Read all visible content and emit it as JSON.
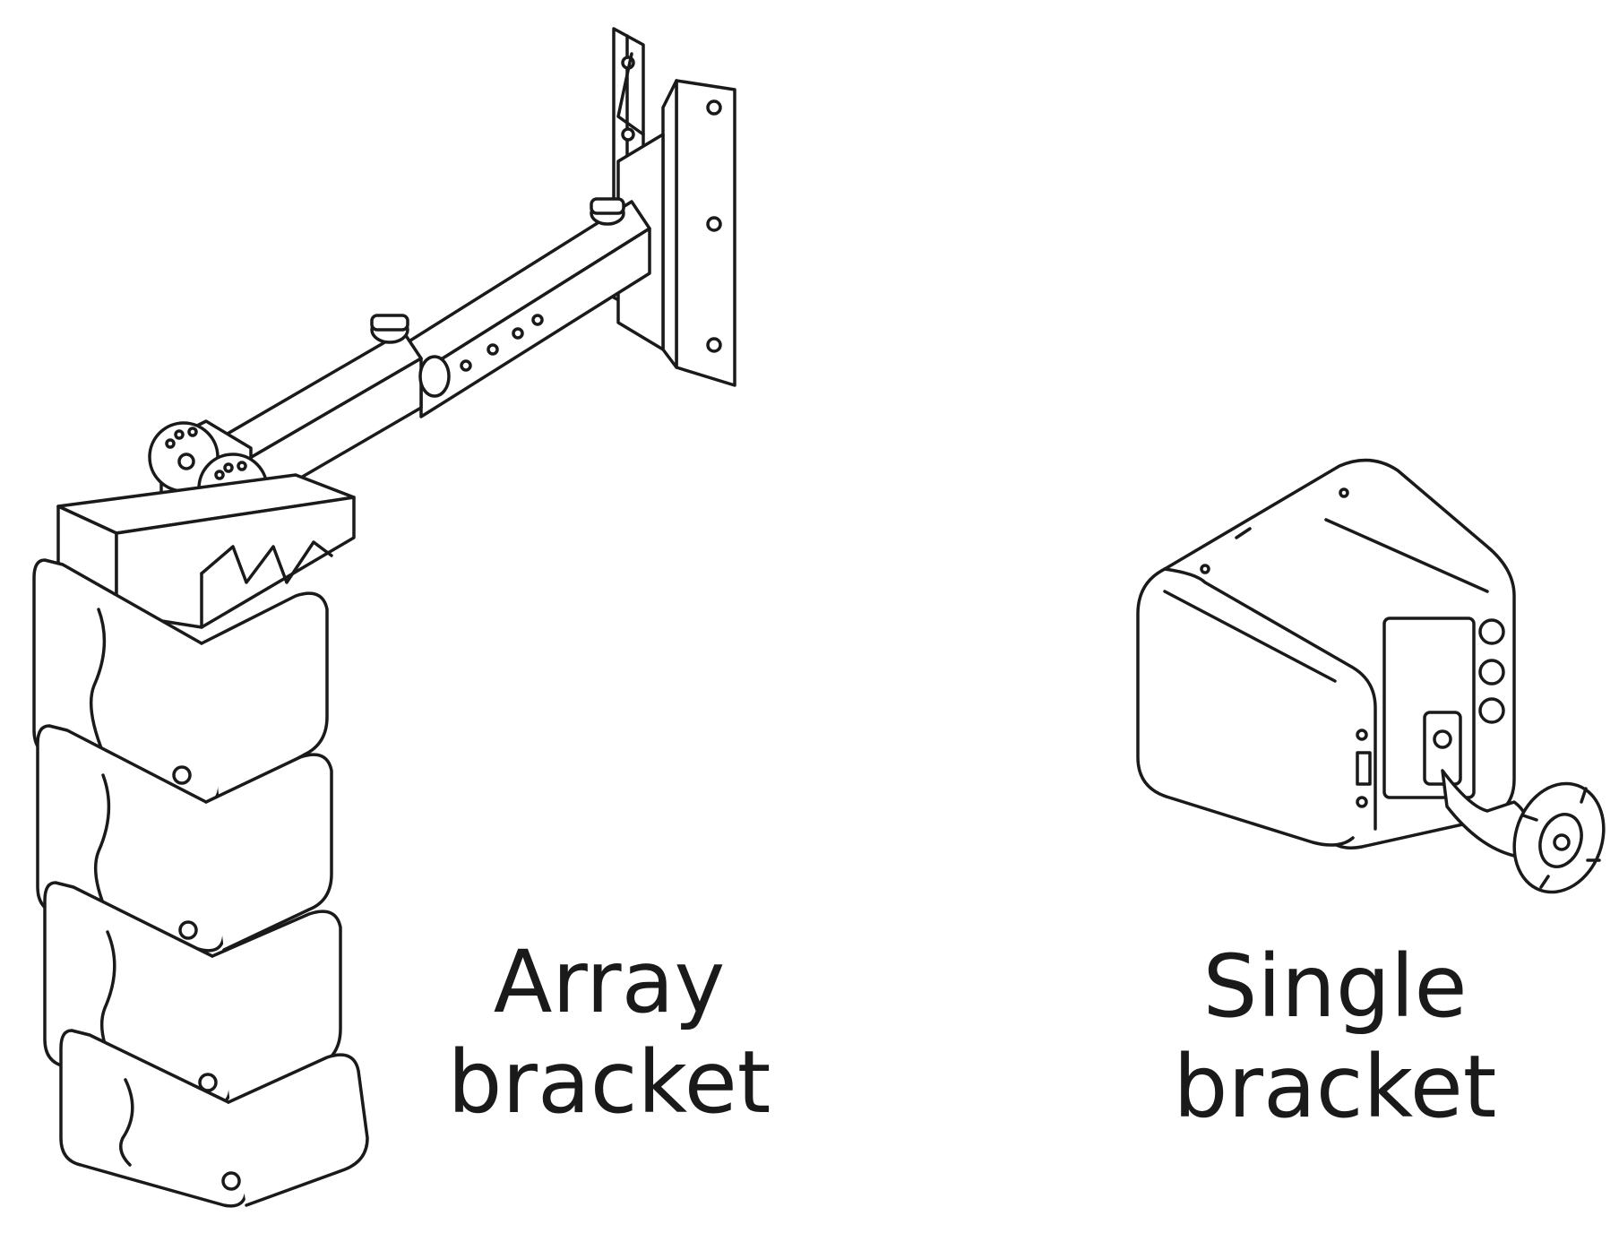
{
  "diagram": {
    "line_color": "#1a1a1a",
    "fill_color": "#ffffff",
    "array_bracket": {
      "icon": "array-bracket-speaker-stack",
      "caption_line1": "Array",
      "caption_line2": "bracket"
    },
    "single_bracket": {
      "icon": "single-bracket-speaker",
      "caption_line1": "Single",
      "caption_line2": "bracket"
    }
  }
}
